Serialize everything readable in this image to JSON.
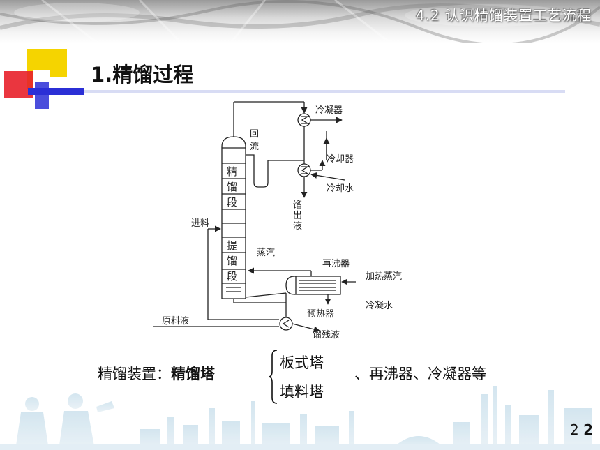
{
  "header": {
    "title": "4.2 认识精馏装置工艺流程"
  },
  "heading": "1.精馏过程",
  "diagram": {
    "labels": {
      "condenser": "冷凝器",
      "reflux": [
        "回",
        "流"
      ],
      "cooler": "冷却器",
      "cooling_water": "冷却水",
      "distillate": [
        "馏",
        "出",
        "液"
      ],
      "feed": "进料",
      "rectifying": [
        "精",
        "馏",
        "段"
      ],
      "stripping": [
        "提",
        "馏",
        "段"
      ],
      "vapor": "蒸汽",
      "reboiler": "再沸器",
      "heating_steam": "加热蒸汽",
      "condensate": "冷凝水",
      "preheater": "预热器",
      "raw_liquid": "原料液",
      "bottoms": "馏残液"
    }
  },
  "caption": {
    "prefix": "精馏装置：",
    "bold": "精馏塔",
    "options": [
      "板式塔",
      "填料塔"
    ],
    "suffix": "、再沸器、冷凝器等"
  },
  "page_number": {
    "light": "2",
    "bold": "2"
  },
  "colors": {
    "accent_yellow": "#f5d400",
    "accent_red": "#e8202a",
    "accent_blue": "#2b2fd6"
  }
}
